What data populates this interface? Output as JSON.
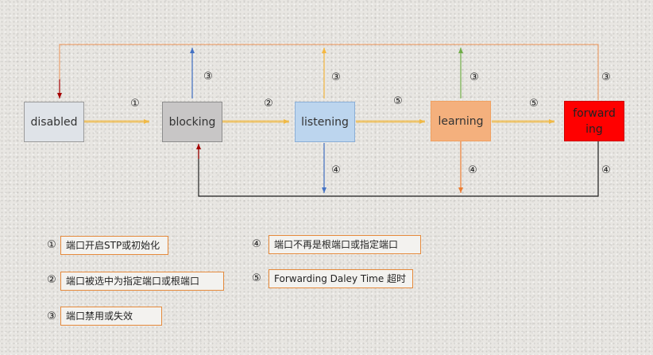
{
  "states": {
    "disabled": {
      "label": "disabled",
      "color": "#dfe3e8"
    },
    "blocking": {
      "label": "blocking",
      "color": "#c8c6c6"
    },
    "listening": {
      "label": "listening",
      "color": "#bcd5ee"
    },
    "learning": {
      "label": "learning",
      "color": "#f4b07d"
    },
    "forwarding": {
      "label": "forwarding",
      "color": "#ff0000"
    }
  },
  "transition_labels": {
    "disabled_to_blocking": "①",
    "blocking_to_listening": "②",
    "listening_to_learning": "⑤",
    "learning_to_forwarding": "⑤",
    "blocking_up": "③",
    "listening_up": "③",
    "learning_up": "③",
    "forwarding_to_disabled": "③",
    "listening_down": "④",
    "learning_down": "④",
    "forwarding_to_blocking": "④"
  },
  "legend": [
    {
      "num": "①",
      "text": "端口开启STP或初始化"
    },
    {
      "num": "②",
      "text": "端口被选中为指定端口或根端口"
    },
    {
      "num": "③",
      "text": "端口禁用或失效"
    },
    {
      "num": "④",
      "text": "端口不再是根端口或指定端口"
    },
    {
      "num": "⑤",
      "text": "Forwarding Daley Time 超时"
    }
  ],
  "colors": {
    "arrow_yellow": "#f0b945",
    "arrow_blue": "#4472c4",
    "arrow_orange_up": "#f5b841",
    "arrow_green": "#70ad47",
    "arrow_orange": "#ed7d31",
    "arrow_darkred": "#a50000",
    "legend_border": "#e58a3c"
  }
}
